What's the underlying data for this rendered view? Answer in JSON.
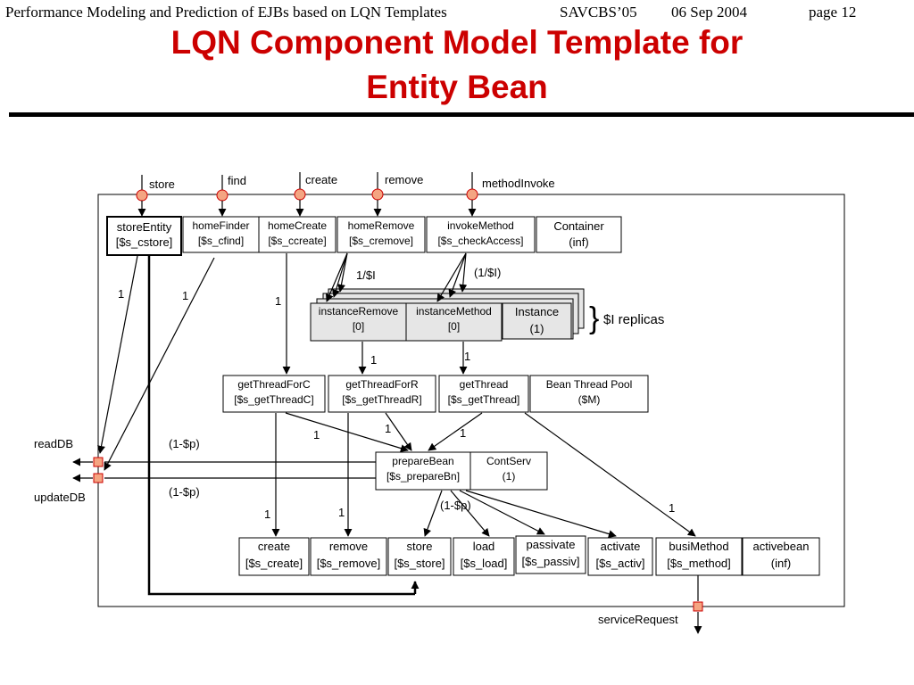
{
  "header": {
    "paper": "Performance Modeling and Prediction of EJBs based on LQN Templates",
    "venue": "SAVCBS’05",
    "date": "06 Sep 2004",
    "page": "page 12"
  },
  "title": {
    "line1": "LQN Component Model Template for",
    "line2": "Entity Bean"
  },
  "colors": {
    "title": "#cc0000",
    "port_fill": "#f4a582",
    "port_stroke": "#cc0000",
    "replica_fill": "#e6e6e6"
  },
  "diagram": {
    "entries_in": [
      "store",
      "find",
      "create",
      "remove",
      "methodInvoke"
    ],
    "top_row": {
      "storeEntity": [
        "storeEntity",
        "[$s_cstore]"
      ],
      "homeFinder": [
        "homeFinder",
        "[$s_cfind]"
      ],
      "homeCreate": [
        "homeCreate",
        "[$s_ccreate]"
      ],
      "homeRemove": [
        "homeRemove",
        "[$s_cremove]"
      ],
      "invokeMethod": [
        "invokeMethod",
        "[$s_checkAccess]"
      ],
      "container": [
        "Container",
        "(inf)"
      ]
    },
    "replica_row": {
      "instanceRemove": [
        "instanceRemove",
        "[0]"
      ],
      "instanceMethod": [
        "instanceMethod",
        "[0]"
      ],
      "instance": [
        "Instance",
        "(1)"
      ],
      "replicas_label": "$I replicas"
    },
    "thread_row": {
      "getThreadForC": [
        "getThreadForC",
        "[$s_getThreadC]"
      ],
      "getThreadForR": [
        "getThreadForR",
        "[$s_getThreadR]"
      ],
      "getThread": [
        "getThread",
        "[$s_getThread]"
      ],
      "pool": [
        "Bean Thread Pool",
        "($M)"
      ]
    },
    "prepare_row": {
      "prepareBean": [
        "prepareBean",
        "[$s_prepareBn]"
      ],
      "contServ": [
        "ContServ",
        "(1)"
      ]
    },
    "bottom_row": {
      "create": [
        "create",
        "[$s_create]"
      ],
      "remove": [
        "remove",
        "[$s_remove]"
      ],
      "store": [
        "store",
        "[$s_store]"
      ],
      "load": [
        "load",
        "[$s_load]"
      ],
      "passivate": [
        "passivate",
        "[$s_passiv]"
      ],
      "activate": [
        "activate",
        "[$s_activ]"
      ],
      "busiMethod": [
        "busiMethod",
        "[$s_method]"
      ],
      "activebean": [
        "activebean",
        "(inf)"
      ]
    },
    "outputs": {
      "readDB": "readDB",
      "updateDB": "updateDB",
      "serviceRequest": "serviceRequest"
    },
    "labels": {
      "one": "1",
      "one_over_i": "1/$I",
      "one_over_i_paren": "(1/$I)",
      "one_minus_p": "(1-$p)",
      "brace": "}"
    }
  }
}
